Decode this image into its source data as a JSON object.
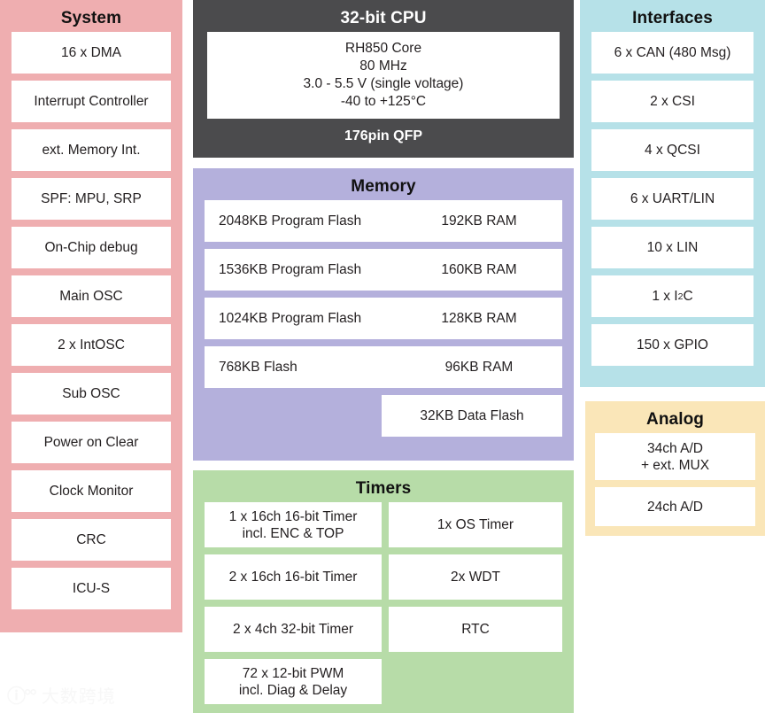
{
  "diagram": {
    "title": "RH850 microcontroller block diagram",
    "colors": {
      "system": "#efaeb0",
      "cpu": "#4b4b4d",
      "memory": "#b4b0dc",
      "timers": "#b7dca8",
      "interfaces": "#b6e1e8",
      "analog": "#fae6b8",
      "block_fill": "#ffffff",
      "text": "#231f20"
    }
  },
  "system": {
    "title": "System",
    "items": [
      "16 x DMA",
      "Interrupt Controller",
      "ext. Memory Int.",
      "SPF: MPU, SRP",
      "On-Chip debug",
      "Main OSC",
      "2 x IntOSC",
      "Sub OSC",
      "Power on Clear",
      "Clock Monitor",
      "CRC",
      "ICU-S"
    ]
  },
  "cpu": {
    "title": "32-bit CPU",
    "core": "RH850 Core\n80 MHz\n3.0 - 5.5 V (single voltage)\n-40 to +125°C",
    "core_lines": [
      "RH850 Core",
      "80 MHz",
      "3.0 - 5.5 V (single voltage)",
      "-40 to +125°C"
    ],
    "package": "176pin QFP"
  },
  "memory": {
    "title": "Memory",
    "rows": [
      {
        "flash": "2048KB Program Flash",
        "ram": "192KB RAM"
      },
      {
        "flash": "1536KB Program Flash",
        "ram": "160KB RAM"
      },
      {
        "flash": "1024KB Program Flash",
        "ram": "128KB RAM"
      },
      {
        "flash": "768KB Flash",
        "ram": "96KB RAM"
      }
    ],
    "data_flash": "32KB Data Flash"
  },
  "timers": {
    "title": "Timers",
    "rows": [
      {
        "left": "1 x 16ch 16-bit Timer\nincl. ENC & TOP",
        "right": "1x OS Timer"
      },
      {
        "left": "2 x 16ch 16-bit Timer",
        "right": "2x WDT"
      },
      {
        "left": "2 x 4ch 32-bit Timer",
        "right": "RTC"
      },
      {
        "left": "72 x 12-bit PWM\nincl. Diag & Delay",
        "right": ""
      }
    ]
  },
  "interfaces": {
    "title": "Interfaces",
    "items": [
      "6 x CAN (480 Msg)",
      "2 x CSI",
      "4 x QCSI",
      "6 x UART/LIN",
      "10 x LIN",
      "1 x I2C",
      "150 x GPIO"
    ],
    "i2c_prefix": "1 x I",
    "i2c_sup": "2",
    "i2c_suffix": "C"
  },
  "analog": {
    "title": "Analog",
    "items": [
      "34ch A/D\n+ ext. MUX",
      "24ch A/D"
    ]
  },
  "watermark": {
    "mark": "ⓘ°°",
    "text": "大数跨境"
  }
}
